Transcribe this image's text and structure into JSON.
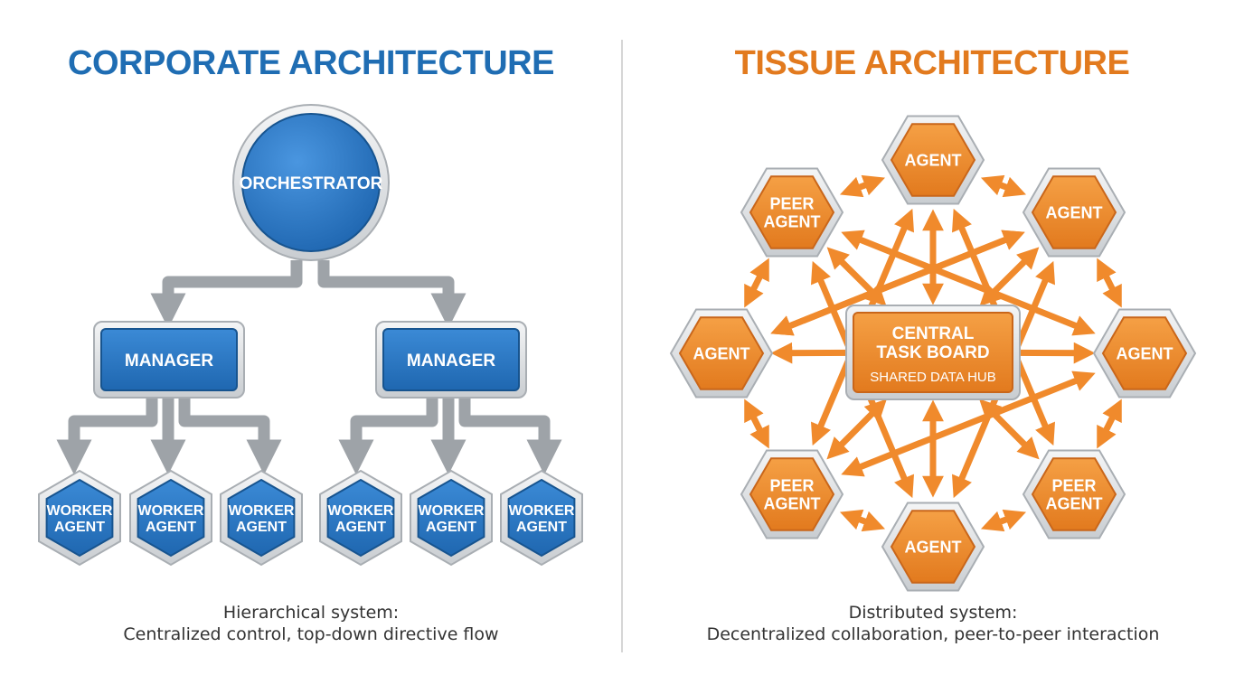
{
  "colors": {
    "corporate_accent": "#1f6db3",
    "corporate_node": "#2f7fd0",
    "tissue_accent": "#e27a1e",
    "tissue_node": "#ee8a2a",
    "connector_gray": "#9ea3a8",
    "arrow_orange": "#f08a2c",
    "divider": "#c8c8c8"
  },
  "corporate": {
    "title": "CORPORATE ARCHITECTURE",
    "orchestrator": "ORCHESTRATOR",
    "managers": [
      "MANAGER",
      "MANAGER"
    ],
    "workers": [
      [
        "WORKER",
        "AGENT"
      ],
      [
        "WORKER",
        "AGENT"
      ],
      [
        "WORKER",
        "AGENT"
      ],
      [
        "WORKER",
        "AGENT"
      ],
      [
        "WORKER",
        "AGENT"
      ],
      [
        "WORKER",
        "AGENT"
      ]
    ],
    "caption_line1": "Hierarchical system:",
    "caption_line2": "Centralized control, top-down directive flow"
  },
  "tissue": {
    "title": "TISSUE ARCHITECTURE",
    "hub_line1": "CENTRAL",
    "hub_line2": "TASK BOARD",
    "hub_sub": "SHARED DATA HUB",
    "nodes": [
      [
        "AGENT"
      ],
      [
        "AGENT"
      ],
      [
        "AGENT"
      ],
      [
        "PEER",
        "AGENT"
      ],
      [
        "AGENT"
      ],
      [
        "PEER",
        "AGENT"
      ],
      [
        "AGENT"
      ],
      [
        "PEER",
        "AGENT"
      ]
    ],
    "caption_line1": "Distributed system:",
    "caption_line2": "Decentralized collaboration, peer-to-peer interaction"
  }
}
